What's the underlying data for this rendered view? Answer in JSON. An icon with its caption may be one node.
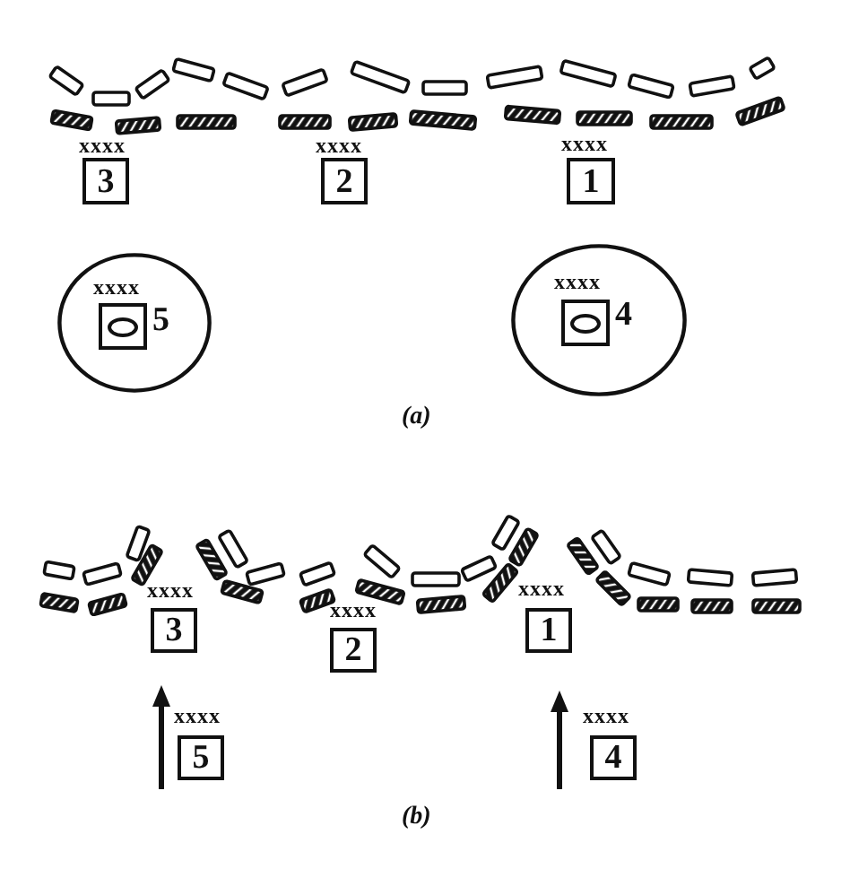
{
  "diagram": {
    "nodes": [
      {
        "text": [
          "3"
        ],
        "beside": [
          "xxxx"
        ]
      },
      {
        "text": [
          "2"
        ],
        "beside": [
          "xxxx"
        ]
      },
      {
        "text": [
          "1"
        ],
        "beside": [
          "xxxx"
        ]
      },
      {
        "text": [],
        "shape": "oval"
      },
      {
        "text": [],
        "shape": "box",
        "in": 3,
        "beside": [
          "xxxx",
          "5"
        ]
      },
      {
        "text": [],
        "shape": "oval"
      },
      {
        "text": [],
        "shape": "box",
        "in": 5,
        "beside": [
          "xxxx",
          "4"
        ]
      },
      {
        "text": [
          "3"
        ],
        "beside": [
          "xxxx"
        ]
      },
      {
        "text": [
          "2"
        ],
        "beside": [
          "xxxx"
        ]
      },
      {
        "text": [
          "1"
        ],
        "beside": [
          "xxxx"
        ]
      },
      {
        "text": [
          "5"
        ],
        "beside": [
          "xxxx"
        ]
      },
      {
        "text": [
          "4"
        ],
        "beside": [
          "xxxx"
        ]
      }
    ],
    "labels": [
      "(a)",
      "(b)"
    ]
  }
}
